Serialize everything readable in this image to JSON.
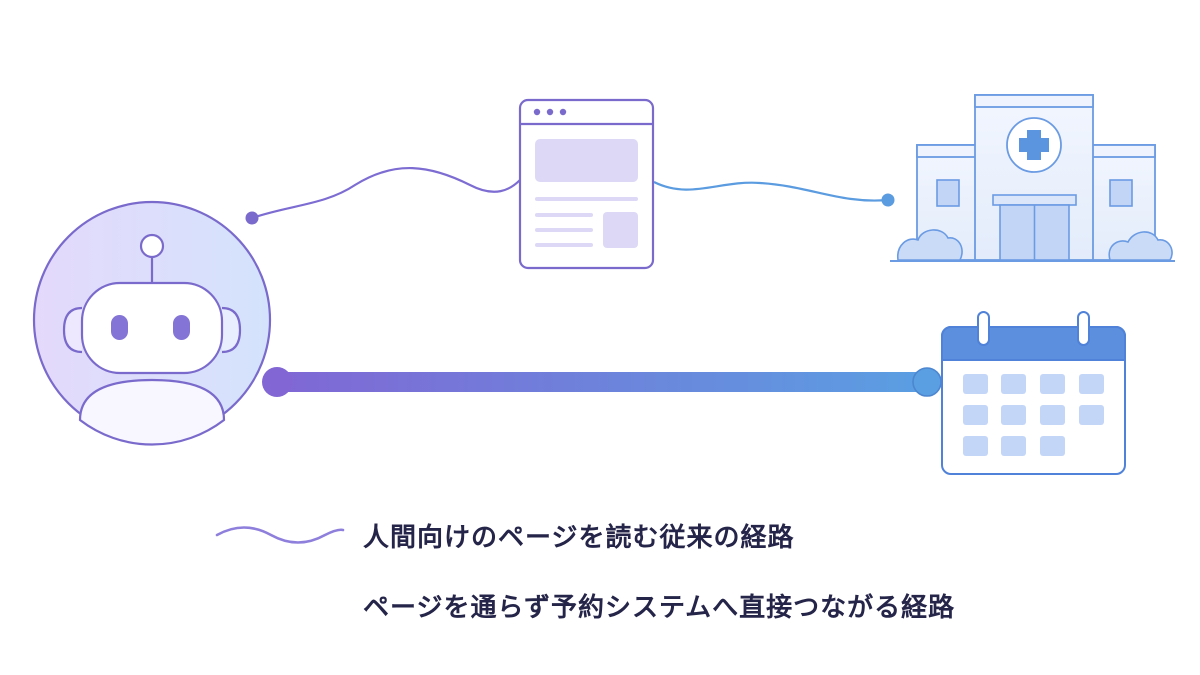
{
  "legend": {
    "traditional": {
      "label": "人間向けのページを読む従来の経路",
      "style": "thin-wavy"
    },
    "direct": {
      "label": "ページを通らず予約システムへ直接つながる経路",
      "style": "thick-straight"
    }
  },
  "nodes": [
    {
      "id": "ai-agent",
      "icon": "robot-icon"
    },
    {
      "id": "web-page",
      "icon": "browser-page-icon"
    },
    {
      "id": "hospital",
      "icon": "hospital-icon"
    },
    {
      "id": "booking-system",
      "icon": "calendar-icon"
    }
  ],
  "edges": [
    {
      "from": "ai-agent",
      "to": "web-page",
      "style": "thin-wavy"
    },
    {
      "from": "web-page",
      "to": "hospital",
      "style": "thin-wavy"
    },
    {
      "from": "ai-agent",
      "to": "booking-system",
      "style": "thick-straight"
    }
  ],
  "colors": {
    "purple": "#7c6fd8",
    "blue": "#5b9be0",
    "text": "#25254a"
  }
}
